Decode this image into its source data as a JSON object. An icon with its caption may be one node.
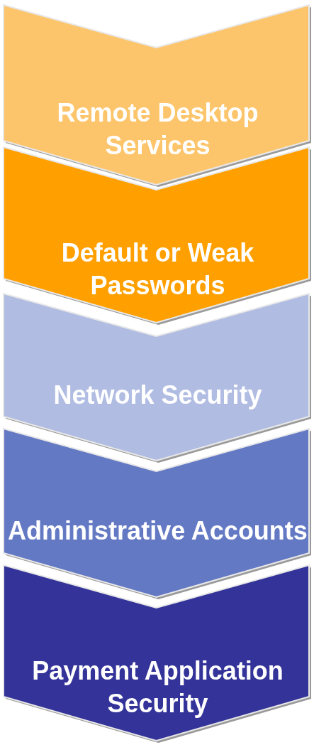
{
  "diagram": {
    "nodes": [
      {
        "text": [
          "Remote Desktop Services"
        ]
      },
      {
        "text": [
          "Default or Weak Passwords"
        ]
      },
      {
        "text": [
          "Network Security"
        ]
      },
      {
        "text": [
          "Administrative Accounts"
        ]
      },
      {
        "text": [
          "Payment Application Security"
        ]
      }
    ],
    "edges": []
  }
}
